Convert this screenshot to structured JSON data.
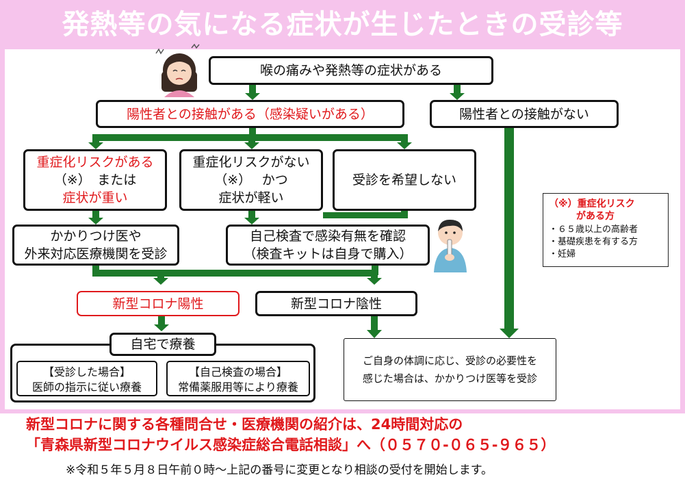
{
  "title": "発熱等の気になる症状が生じたときの受診等",
  "boxes": {
    "symptom": "喉の痛みや発熱等の症状がある",
    "contact_yes": "陽性者との接触がある（感染疑いがある）",
    "contact_no": "陽性者との接触がない",
    "risk_high_l1": "重症化リスクがある",
    "risk_high_l2": "（※）　または",
    "risk_high_l3": "症状が重い",
    "risk_low_l1": "重症化リスクがない",
    "risk_low_l2": "（※）　 かつ",
    "risk_low_l3": "症状が軽い",
    "no_visit": "受診を希望しない",
    "clinic_l1": "かかりつけ医や",
    "clinic_l2": "外来対応医療機関を受診",
    "selftest_l1": "自己検査で感染有無を確認",
    "selftest_l2": "（検査キットは自身で購入）",
    "positive": "新型コロナ陽性",
    "negative": "新型コロナ陰性",
    "home_care": "自宅で療養",
    "case_visit_l1": "【受診した場合】",
    "case_visit_l2": "医師の指示に従い療養",
    "case_self_l1": "【自己検査の場合】",
    "case_self_l2": "常備薬服用等により療養",
    "negative_advice_l1": "ご自身の体調に応じ、受診の必要性を",
    "negative_advice_l2": "感じた場合は、かかりつけ医等を受診"
  },
  "risk_note": {
    "title_l1": "（※）重症化リスク",
    "title_l2": "がある方",
    "items": [
      "・６５歳以上の高齢者",
      "・基礎疾患を有する方",
      "・妊婦"
    ]
  },
  "contact_info": {
    "line1": "新型コロナに関する各種問合せ・医療機関の紹介は、24時間対応の",
    "line2": "「青森県新型コロナウイルス感染症総合電話相談」へ（０５７０-０６５-９６５）"
  },
  "footnote": "※令和５年５月８日午前０時～上記の番号に変更となり相談の受付を開始します。",
  "colors": {
    "frame_pink": "#f6c4ec",
    "arrow_green": "#1d7a2a",
    "accent_red": "#e0191c"
  }
}
